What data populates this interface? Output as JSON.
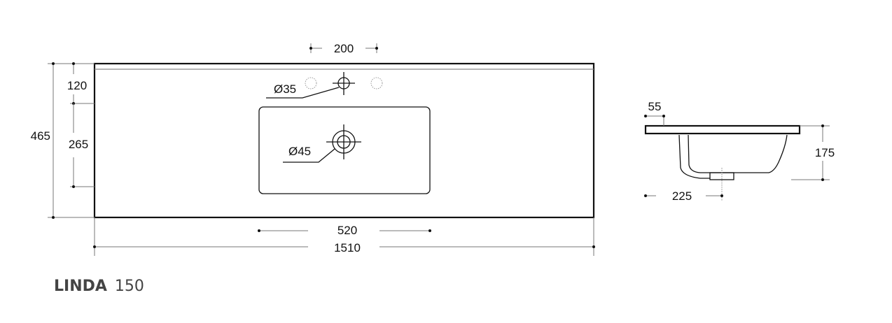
{
  "product": {
    "name": "LINDA",
    "size": "150"
  },
  "top_view": {
    "overall_width": "1510",
    "overall_depth": "465",
    "faucet_offset": "120",
    "basin_depth": "265",
    "basin_width": "520",
    "tap_hole_spacing": "200",
    "tap_hole_diameter": "Ø35",
    "drain_diameter": "Ø45"
  },
  "side_view": {
    "rim_offset": "55",
    "height": "175",
    "drain_offset": "225"
  }
}
